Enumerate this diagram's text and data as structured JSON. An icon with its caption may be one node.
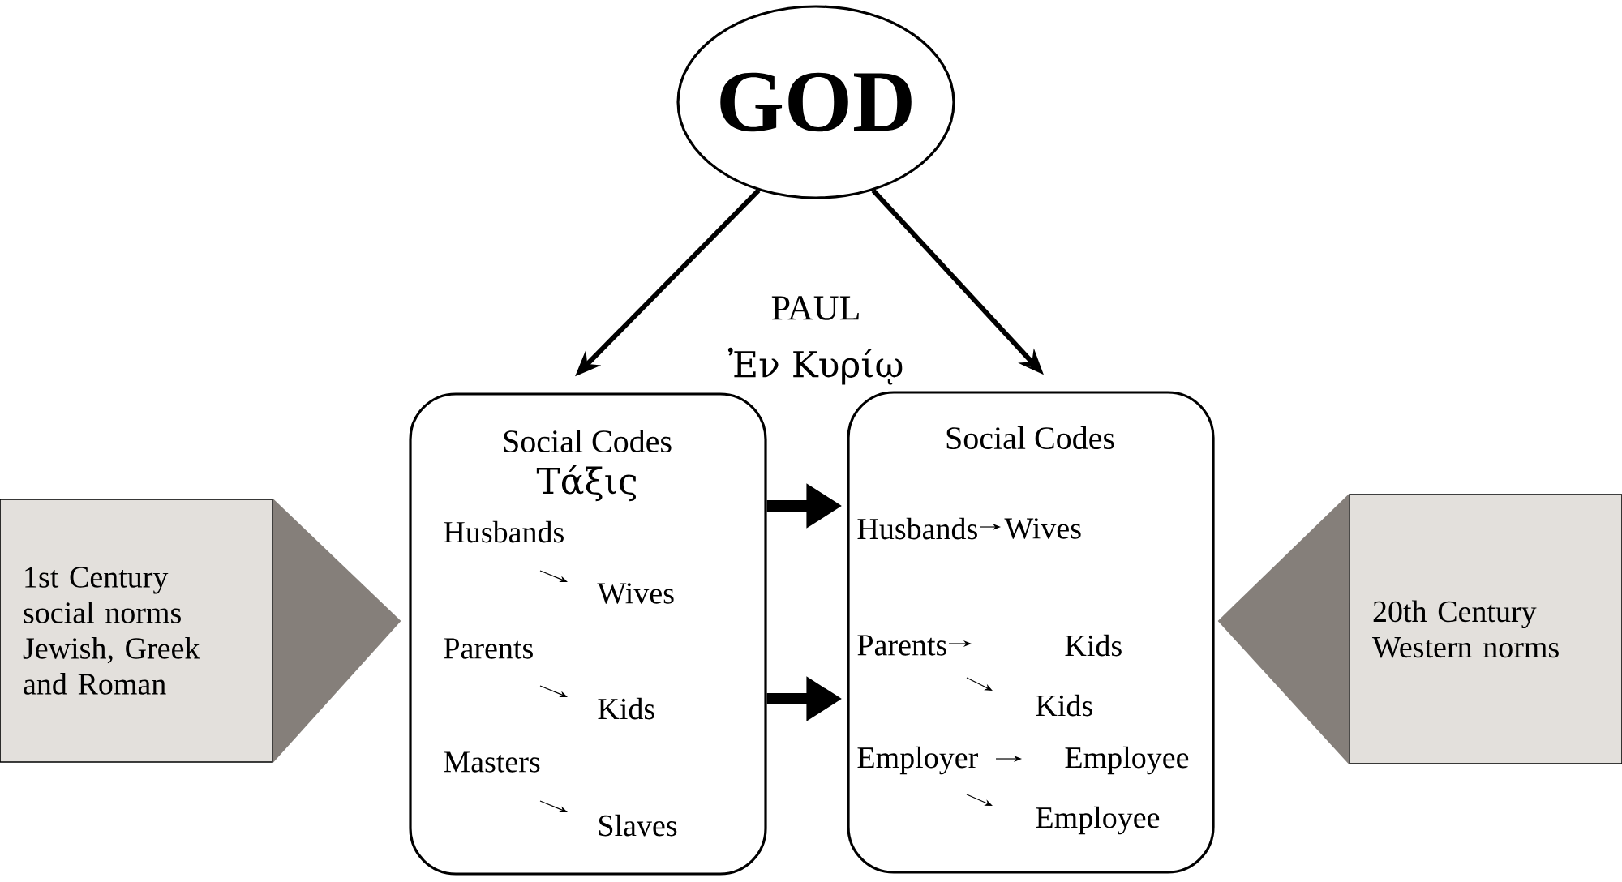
{
  "diagram": {
    "nodes": [
      {
        "text": [
          "GOD"
        ]
      },
      {
        "text": [
          "Social Codes",
          "Τάξις",
          "Husbands",
          "Wives",
          "Parents",
          "Kids",
          "Masters",
          "Slaves"
        ]
      },
      {
        "text": [
          "Social Codes",
          "Husbands",
          "Wives",
          "Parents",
          "Kids",
          "Kids",
          "Employer",
          "Employee",
          "Employee"
        ]
      },
      {
        "text": [
          "1st Century social norms Jewish, Greek and Roman"
        ]
      },
      {
        "text": [
          "20th Century Western norms"
        ]
      }
    ],
    "edges": [
      {
        "from": 0,
        "to": 1,
        "arrow": "to"
      },
      {
        "from": 0,
        "to": 2,
        "arrow": "to"
      },
      {
        "from": 1,
        "to": 2,
        "arrow": "to",
        "style": "thick"
      },
      {
        "from": 1,
        "to": 2,
        "arrow": "to",
        "style": "thick"
      },
      {
        "from": 3,
        "to": 1,
        "arrow": "to",
        "style": "thick",
        "color": "#857f7a"
      },
      {
        "from": 4,
        "to": 2,
        "arrow": "to",
        "style": "thick",
        "color": "#857f7a"
      }
    ],
    "labels": [
      "PAUL",
      "Ἐν Κυρίῳ"
    ]
  }
}
